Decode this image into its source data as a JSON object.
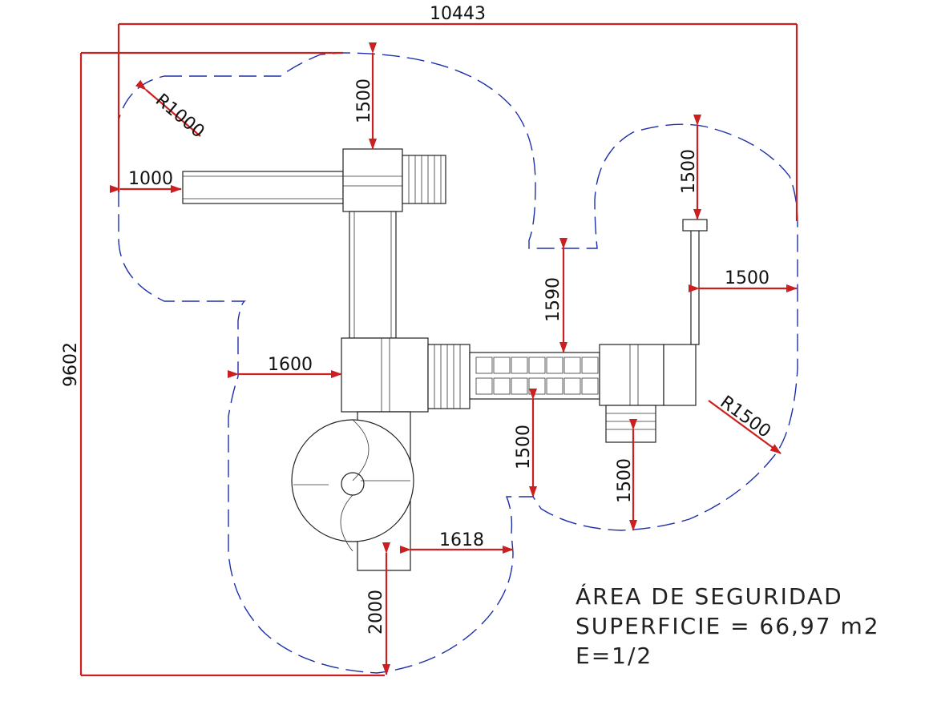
{
  "dimensions": {
    "total_width": "10443",
    "total_height": "9602",
    "radius_left": "R1000",
    "radius_right": "R1500",
    "offset_left_top": "1000",
    "offset_top": "1500",
    "offset_right_top": "1500",
    "offset_right_side": "1500",
    "offset_middle_gap": "1590",
    "offset_tower_left": "1600",
    "offset_bridge_bottom": "1500",
    "offset_right_bottom": "1500",
    "offset_slide_right": "1618",
    "offset_slide_bottom": "2000"
  },
  "notes": {
    "title": "ÁREA DE SEGURIDAD",
    "surface": "SUPERFICIE = 66,97 m2",
    "scale": "E=1/2"
  },
  "colors": {
    "dimension_line": "#cc1f1f",
    "safety_boundary": "#1d2fa8",
    "equipment": "#222222"
  }
}
